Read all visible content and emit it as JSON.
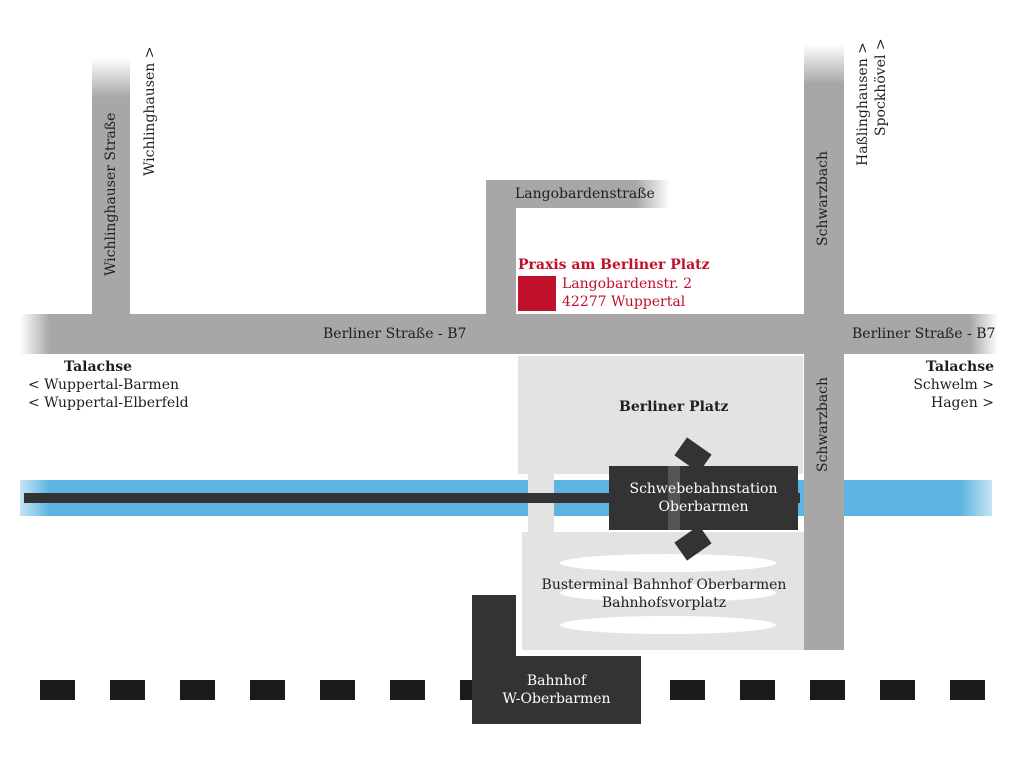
{
  "roads": {
    "main": "Berliner Straße - B7",
    "main_right": "Berliner Straße - B7",
    "wichlinghauser": "Wichlinghauser Straße",
    "wichlinghausen_dir": "Wichlinghausen >",
    "langobarden": "Langobardenstraße",
    "schwarzbach_top": "Schwarzbach",
    "schwarzbach_bottom": "Schwarzbach",
    "hasslinghausen_dir": "Haßlinghausen >",
    "spockhoevel_dir": "Spockhövel >"
  },
  "talachse_left": {
    "title": "Talachse",
    "line1": "< Wuppertal-Barmen",
    "line2": "< Wuppertal-Elberfeld"
  },
  "talachse_right": {
    "title": "Talachse",
    "line1": "Schwelm >",
    "line2": "Hagen >"
  },
  "praxis": {
    "name": "Praxis am Berliner Platz",
    "street": "Langobardenstr. 2",
    "city": "42277 Wuppertal",
    "color": "#c0102a"
  },
  "places": {
    "berliner_platz": "Berliner Platz",
    "schwebebahn_line1": "Schwebebahnstation",
    "schwebebahn_line2": "Oberbarmen",
    "busterminal_line1": "Busterminal Bahnhof Oberbarmen",
    "busterminal_line2": "Bahnhofsvorplatz",
    "bahnhof_line1": "Bahnhof",
    "bahnhof_line2": "W-Oberbarmen"
  },
  "colors": {
    "road": "#a7a7a7",
    "river": "#5db4e0",
    "plaza": "#e3e3e3",
    "dark": "#333333"
  }
}
